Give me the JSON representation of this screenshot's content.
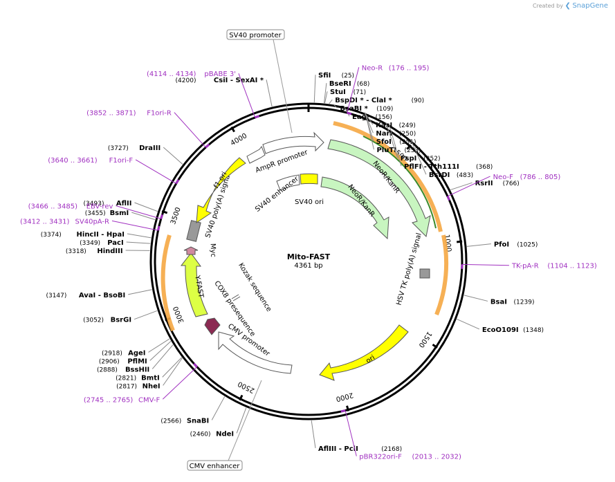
{
  "brand": {
    "prefix": "Created by",
    "name": "SnapGene"
  },
  "plasmid": {
    "name": "Mito-FAST",
    "size": "4361 bp"
  },
  "ruler": [
    "500",
    "1000",
    "1500",
    "2000",
    "2500",
    "3000",
    "3500",
    "4000"
  ],
  "enzymes": [
    {
      "name": "SfiI",
      "pos": "(25)"
    },
    {
      "name": "BseRI",
      "pos": "(68)"
    },
    {
      "name": "StuI",
      "pos": "(71)"
    },
    {
      "name": "BspDI * - ClaI *",
      "pos": "(90)"
    },
    {
      "name": "BsaBI *",
      "pos": "(109)"
    },
    {
      "name": "EagI",
      "pos": "(156)"
    },
    {
      "name": "KasI",
      "pos": "(249)"
    },
    {
      "name": "NarI",
      "pos": "(250)"
    },
    {
      "name": "SfoI",
      "pos": "(251)"
    },
    {
      "name": "PluTI",
      "pos": "(253)"
    },
    {
      "name": "FspI",
      "pos": "(352)"
    },
    {
      "name": "PflFI - Tth111I",
      "pos": "(368)"
    },
    {
      "name": "BsrDI",
      "pos": "(483)"
    },
    {
      "name": "RsrII",
      "pos": "(766)"
    },
    {
      "name": "PfoI",
      "pos": "(1025)"
    },
    {
      "name": "BsaI",
      "pos": "(1239)"
    },
    {
      "name": "EcoO109I",
      "pos": "(1348)"
    },
    {
      "name": "AflIII - PciI",
      "pos": "(2168)"
    },
    {
      "name": "NdeI",
      "pos": "(2460)"
    },
    {
      "name": "SnaBI",
      "pos": "(2566)"
    },
    {
      "name": "NheI",
      "pos": "(2817)"
    },
    {
      "name": "BmtI",
      "pos": "(2821)"
    },
    {
      "name": "BssHII",
      "pos": "(2888)"
    },
    {
      "name": "PflMI",
      "pos": "(2906)"
    },
    {
      "name": "AgeI",
      "pos": "(2918)"
    },
    {
      "name": "BsrGI",
      "pos": "(3052)"
    },
    {
      "name": "AvaI - BsoBI",
      "pos": "(3147)"
    },
    {
      "name": "HindIII",
      "pos": "(3318)"
    },
    {
      "name": "PacI",
      "pos": "(3349)"
    },
    {
      "name": "HincII - HpaI",
      "pos": "(3374)"
    },
    {
      "name": "BsmI",
      "pos": "(3455)"
    },
    {
      "name": "AflII",
      "pos": "(3493)"
    },
    {
      "name": "DraIII",
      "pos": "(3727)"
    },
    {
      "name": "CsiI - SexAI *",
      "pos": "(4200)"
    }
  ],
  "primers": [
    {
      "name": "Neo-R",
      "range": "(176 .. 195)"
    },
    {
      "name": "Neo-F",
      "range": "(786 .. 805)"
    },
    {
      "name": "TK-pA-R",
      "range": "(1104 .. 1123)"
    },
    {
      "name": "pBR322ori-F",
      "range": "(2013 .. 2032)"
    },
    {
      "name": "CMV-F",
      "range": "(2745 .. 2765)"
    },
    {
      "name": "SV40pA-R",
      "range": "(3412 .. 3431)"
    },
    {
      "name": "EBV-rev",
      "range": "(3466 .. 3485)"
    },
    {
      "name": "F1ori-F",
      "range": "(3640 .. 3661)"
    },
    {
      "name": "F1ori-R",
      "range": "(3852 .. 3871)"
    },
    {
      "name": "pBABE 3'",
      "range": "(4114 .. 4134)"
    }
  ],
  "features": {
    "sv40_promoter": "SV40 promoter",
    "cmv_enhancer": "CMV enhancer",
    "neokan_outer": "NeoR/KanR",
    "neokan_inner": "NeoR/KanR",
    "hsv_tk_polya": "HSV TK poly(A) signal",
    "ori": "ori",
    "cmv_promoter": "CMV promoter",
    "cox8": "COX8 presequence",
    "kozak": "Kozak sequence",
    "yfast": "Y-FAST",
    "myc": "Myc",
    "sv40_polya": "SV40 poly(A) signal",
    "f1_ori": "f1 ori",
    "ampr_promoter": "AmpR promoter",
    "sv40_enhancer": "SV40 enhancer",
    "sv40_ori": "SV40 ori"
  },
  "colors": {
    "neokan": "#c8f5c0",
    "yellow": "#ffff00",
    "yfast": "#ddff44",
    "primer": "#a030c0",
    "myc": "#d08aa0",
    "cox8": "#8b2a52",
    "orange": "#f5a742",
    "green": "#3a8a2a"
  }
}
